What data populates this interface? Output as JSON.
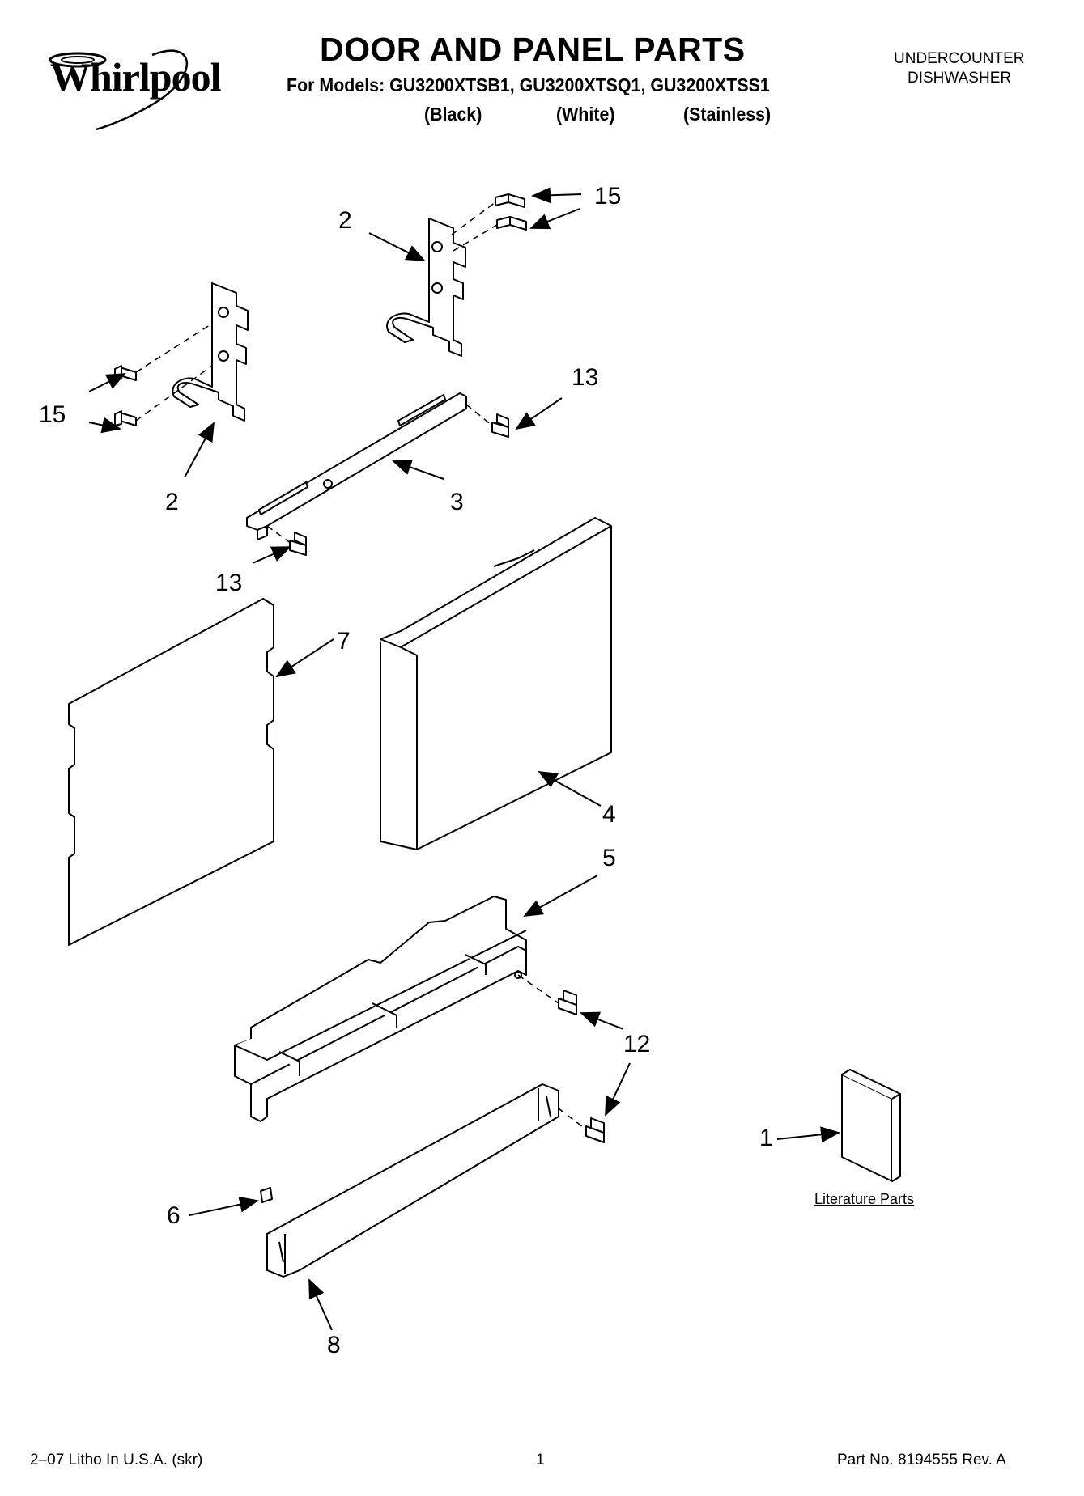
{
  "header": {
    "brand": "Whirlpool",
    "title": "DOOR AND PANEL PARTS",
    "models_line": "For Models: GU3200XTSB1, GU3200XTSQ1, GU3200XTSS1",
    "variants": [
      "(Black)",
      "(White)",
      "(Stainless)"
    ],
    "category_line1": "UNDERCOUNTER",
    "category_line2": "DISHWASHER"
  },
  "callouts": {
    "c15_top": "15",
    "c2_top": "2",
    "c15_left": "15",
    "c2_left": "2",
    "c13_right": "13",
    "c3": "3",
    "c13_left": "13",
    "c7": "7",
    "c4": "4",
    "c5": "5",
    "c12": "12",
    "c1": "1",
    "c6": "6",
    "c8": "8"
  },
  "literature_label": "Literature Parts",
  "footer": {
    "left": "2–07 Litho In U.S.A. (skr)",
    "center": "1",
    "right": "Part No. 8194555 Rev. A"
  },
  "icons": {
    "logo": "whirlpool-swirl-logo"
  }
}
